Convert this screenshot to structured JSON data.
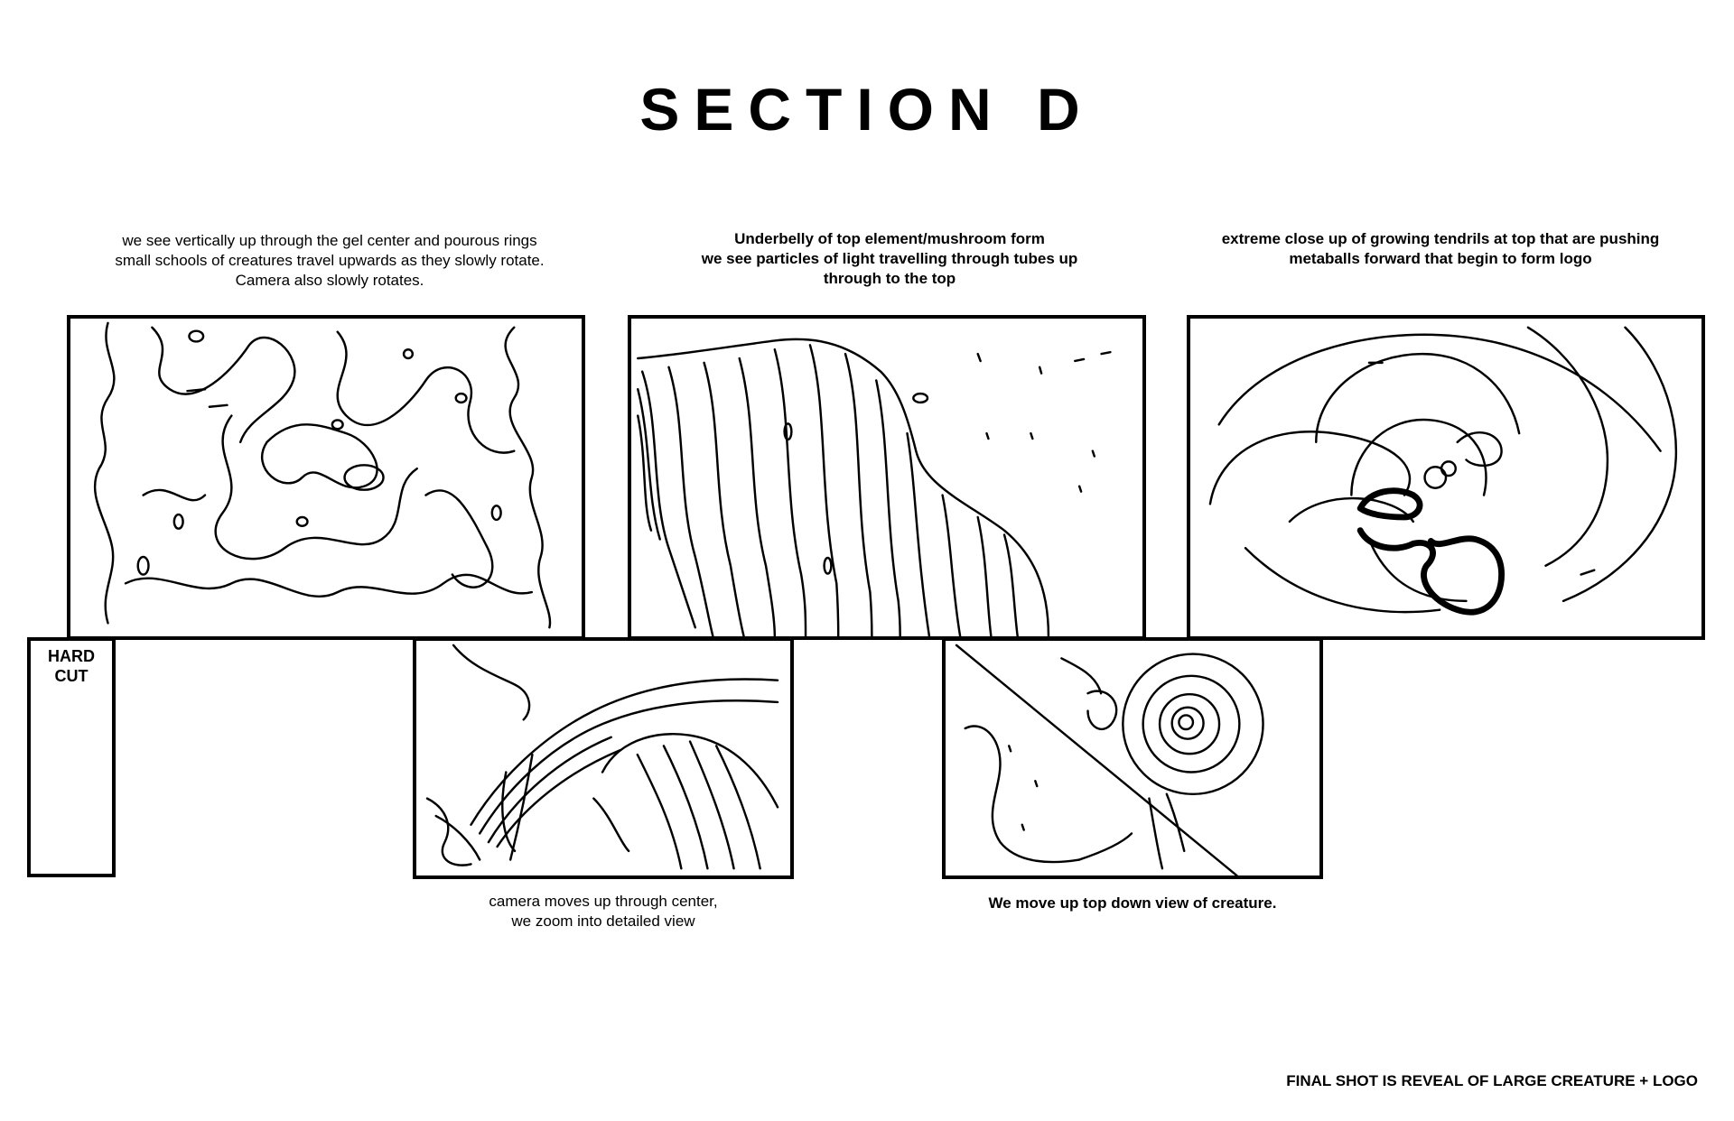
{
  "page": {
    "title": "SECTION D",
    "footer_note": "FINAL SHOT IS REVEAL OF LARGE CREATURE + LOGO"
  },
  "panels": [
    {
      "caption": "we see vertically up through the gel center and pourous rings\nsmall schools of creatures travel upwards as they slowly rotate.\nCamera also slowly rotates."
    },
    {
      "caption": "Underbelly of top element/mushroom form\nwe see particles of light travelling through tubes up\nthrough to the top"
    },
    {
      "caption": "extreme close up of growing tendrils at top that are pushing\nmetaballs forward that begin to form logo"
    },
    {
      "caption": "camera moves up through center,\nwe zoom into detailed view"
    },
    {
      "caption": "We move up top down view of creature."
    }
  ],
  "hard_cut": {
    "label": "HARD\nCUT"
  }
}
